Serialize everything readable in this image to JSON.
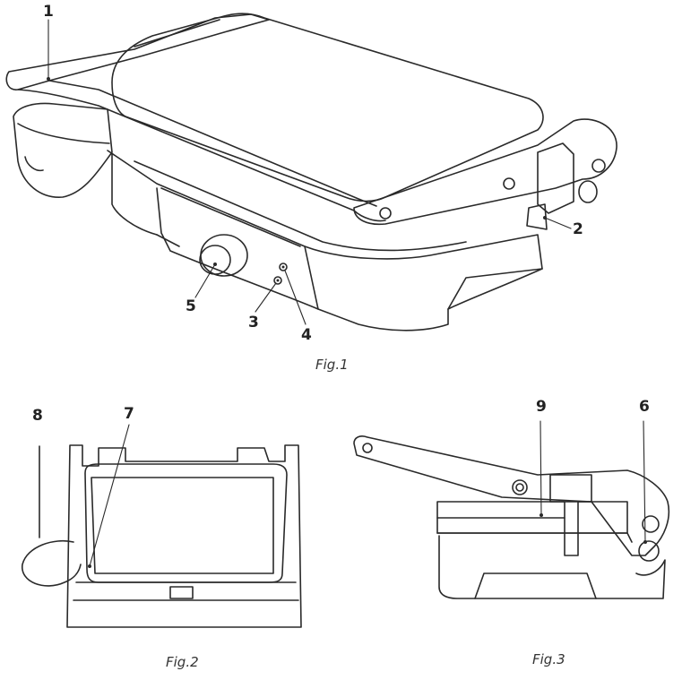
{
  "figures": [
    {
      "caption": "Fig.1"
    },
    {
      "caption": "Fig.2"
    },
    {
      "caption": "Fig.3"
    }
  ],
  "callouts": [
    "1",
    "2",
    "3",
    "4",
    "5",
    "6",
    "7",
    "8",
    "9"
  ],
  "colors": {
    "line": "#2a2a2a",
    "background": "#ffffff"
  }
}
